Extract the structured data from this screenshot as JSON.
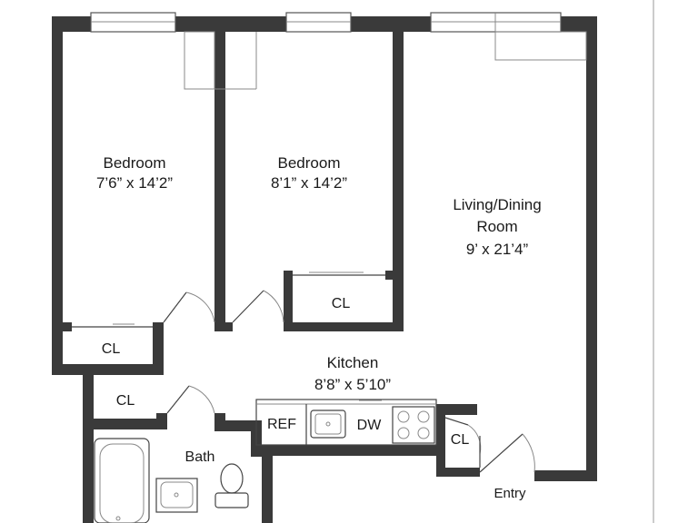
{
  "rooms": {
    "bedroom_1": {
      "name": "Bedroom",
      "size": "7’6” x 14’2”"
    },
    "bedroom_2": {
      "name": "Bedroom",
      "size": "8’1” x 14’2”"
    },
    "living": {
      "name_line1": "Living/Dining",
      "name_line2": "Room",
      "size": "9’ x 21’4”"
    },
    "kitchen": {
      "name": "Kitchen",
      "size": "8’8” x 5’10”"
    },
    "bath": {
      "name": "Bath"
    }
  },
  "closets": {
    "bedroom_1_closet": "CL",
    "bedroom_2_closet": "CL",
    "hall_closet": "CL",
    "entry_closet": "CL"
  },
  "appliances": {
    "refrigerator": "REF",
    "dishwasher": "DW"
  },
  "entry": "Entry"
}
